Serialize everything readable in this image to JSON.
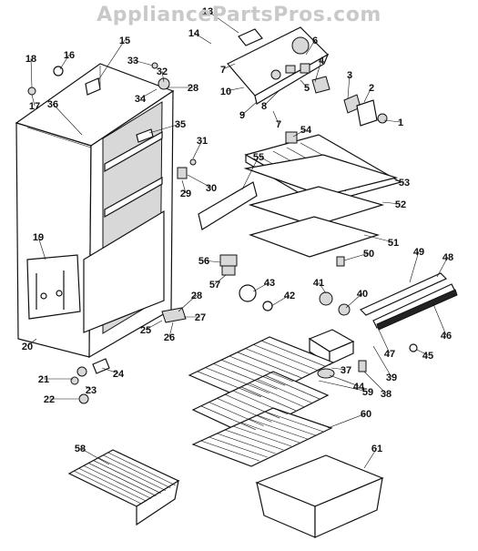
{
  "watermark": "AppliancePartsPros.com",
  "callouts": [
    "1",
    "2",
    "3",
    "4",
    "5",
    "6",
    "7",
    "7",
    "8",
    "9",
    "10",
    "13",
    "14",
    "15",
    "16",
    "17",
    "18",
    "19",
    "20",
    "21",
    "22",
    "23",
    "24",
    "25",
    "26",
    "27",
    "28",
    "28",
    "29",
    "30",
    "31",
    "32",
    "33",
    "34",
    "35",
    "36",
    "37",
    "38",
    "39",
    "40",
    "41",
    "42",
    "43",
    "44",
    "45",
    "46",
    "47",
    "48",
    "49",
    "50",
    "51",
    "52",
    "53",
    "54",
    "55",
    "56",
    "57",
    "58",
    "59",
    "60",
    "61"
  ]
}
